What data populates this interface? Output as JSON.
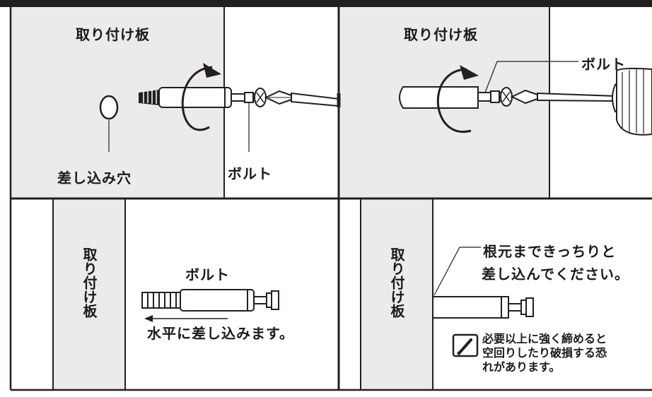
{
  "panel1": {
    "plate_label": "取り付け板",
    "hole_label": "差し込み穴",
    "bolt_label": "ボルト"
  },
  "panel2": {
    "plate_label": "取り付け板",
    "bolt_label": "ボルト"
  },
  "panel3": {
    "plate_label": "取り付け板",
    "bolt_label": "ボルト",
    "instruction": "水平に差し込みます。"
  },
  "panel4": {
    "plate_label": "取り付け板",
    "instruction_line1": "根元まできっちりと",
    "instruction_line2": "差し込んでください。",
    "warning_line1": "必要以上に強く締めると",
    "warning_line2": "空回りしたり破損する恐",
    "warning_line3": "れがあります。",
    "warning_icon": "pen-warning-icon"
  }
}
